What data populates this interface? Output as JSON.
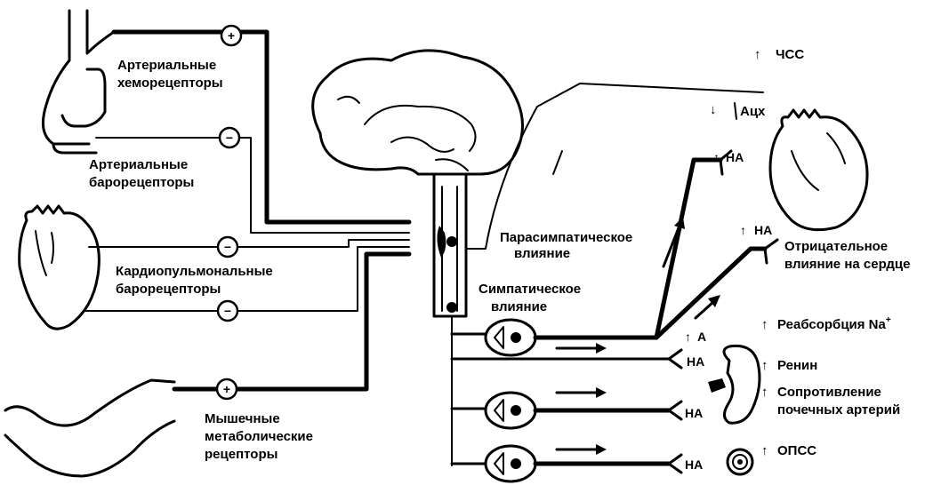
{
  "labels": {
    "arterial_chemo": [
      "Артериальные",
      "хеморецепторы"
    ],
    "arterial_baro": [
      "Артериальные",
      "барорецепторы"
    ],
    "cardiopulm": [
      "Кардиопульмональные",
      "барорецепторы"
    ],
    "muscle": [
      "Мышечные",
      "метаболические",
      "рецепторы"
    ],
    "parasympathetic": [
      "Парасимпатическое",
      "влияние"
    ],
    "sympathetic": [
      "Симпатическое",
      "влияние"
    ],
    "negative": [
      "Отрицательное",
      "влияние на сердце"
    ],
    "hr": "ЧСС",
    "ach": "Ацх",
    "na": "НА",
    "a": "А",
    "reabs": "Реабсорбция Na",
    "reabs_sup": "+",
    "renin": "Ренин",
    "resist": [
      "Сопротивление",
      "почечных артерий"
    ],
    "opss": "ОПСС"
  },
  "signs": {
    "chemo": "+",
    "baro": "−",
    "cardio1": "−",
    "cardio2": "−",
    "muscle": "+"
  },
  "icons": [
    "brain-icon",
    "heart-icon",
    "kidney-icon",
    "arm-icon",
    "aortic-arch-icon",
    "vessel-icon",
    "ganglion-icon"
  ]
}
